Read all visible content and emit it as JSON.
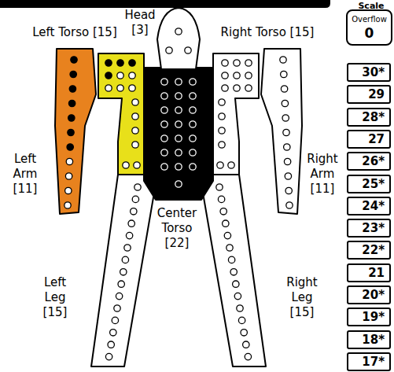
{
  "diagram": {
    "nodes": [
      {
        "text": [
          "Overflow",
          "0"
        ]
      },
      {
        "text": [
          "30*"
        ]
      },
      {
        "text": [
          "29"
        ]
      },
      {
        "text": [
          "28*"
        ]
      },
      {
        "text": [
          "27"
        ]
      },
      {
        "text": [
          "26*"
        ]
      },
      {
        "text": [
          "25*"
        ]
      },
      {
        "text": [
          "24*"
        ]
      },
      {
        "text": [
          "23*"
        ]
      },
      {
        "text": [
          "22*"
        ]
      },
      {
        "text": [
          "21"
        ]
      },
      {
        "text": [
          "20*"
        ]
      },
      {
        "text": [
          "19*"
        ]
      },
      {
        "text": [
          "18*"
        ]
      },
      {
        "text": [
          "17*"
        ]
      }
    ],
    "edges": [],
    "labels": [
      "Scale",
      "Head [3]",
      "Left Torso [15]",
      "Right Torso [15]",
      "Left Arm [11]",
      "Right Arm [11]",
      "Center Torso [22]",
      "Left Leg [15]",
      "Right Leg [15]"
    ]
  }
}
